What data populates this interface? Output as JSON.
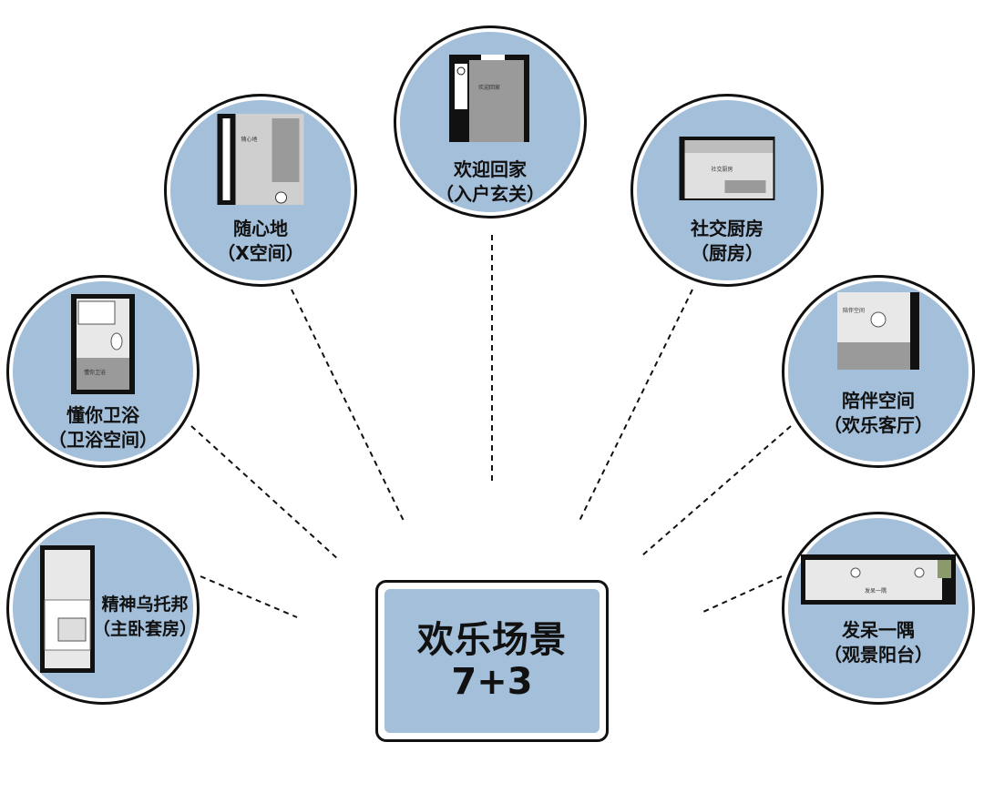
{
  "center": {
    "title": "欢乐场景",
    "subtitle": "7+3"
  },
  "nodes": [
    {
      "id": "entry",
      "name": "欢迎回家",
      "sub": "（入户玄关）",
      "plan_label": "欢迎回家"
    },
    {
      "id": "x-space",
      "name": "随心地",
      "sub": "（X空间）",
      "plan_label": "随心地"
    },
    {
      "id": "kitchen",
      "name": "社交厨房",
      "sub": "（厨房）",
      "plan_label": "社交厨房"
    },
    {
      "id": "bath",
      "name": "懂你卫浴",
      "sub": "（卫浴空间）",
      "plan_label": "懂你卫浴"
    },
    {
      "id": "living",
      "name": "陪伴空间",
      "sub": "（欢乐客厅）",
      "plan_label": "陪伴空间"
    },
    {
      "id": "master",
      "name": "精神乌托邦",
      "sub": "（主卧套房）"
    },
    {
      "id": "balcony",
      "name": "发呆一隅",
      "sub": "（观景阳台）",
      "plan_label": "发呆一隅"
    }
  ],
  "colors": {
    "fill": "#a3bfda",
    "border": "#111111"
  }
}
